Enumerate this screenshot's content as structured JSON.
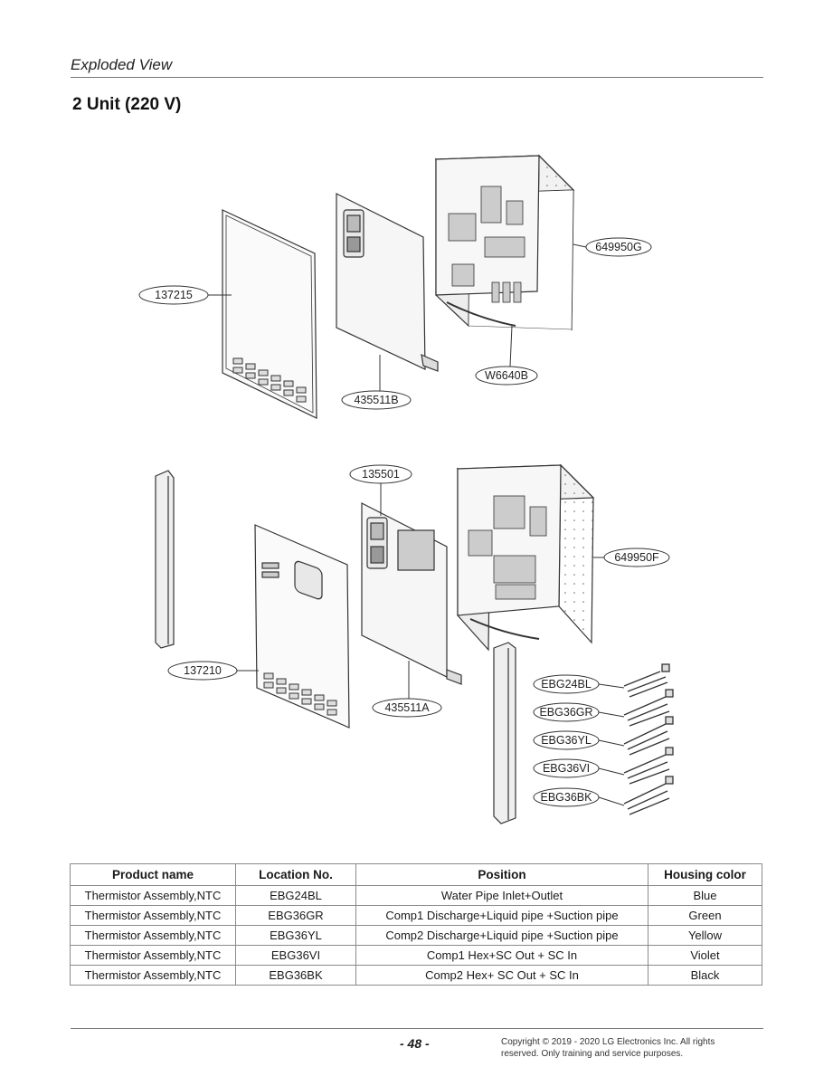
{
  "header": {
    "section": "Exploded View",
    "title": "2 Unit (220 V)"
  },
  "callouts": {
    "c_137215": "137215",
    "c_649950G": "649950G",
    "c_435511B": "435511B",
    "c_W6640B": "W6640B",
    "c_135501": "135501",
    "c_649950F": "649950F",
    "c_137210": "137210",
    "c_435511A": "435511A",
    "c_EBG24BL": "EBG24BL",
    "c_EBG36GR": "EBG36GR",
    "c_EBG36YL": "EBG36YL",
    "c_EBG36VI": "EBG36VI",
    "c_EBG36BK": "EBG36BK"
  },
  "table": {
    "headers": [
      "Product name",
      "Location No.",
      "Position",
      "Housing color"
    ],
    "rows": [
      [
        "Thermistor Assembly,NTC",
        "EBG24BL",
        "Water Pipe Inlet+Outlet",
        "Blue"
      ],
      [
        "Thermistor Assembly,NTC",
        "EBG36GR",
        "Comp1 Discharge+Liquid pipe +Suction pipe",
        "Green"
      ],
      [
        "Thermistor Assembly,NTC",
        "EBG36YL",
        "Comp2 Discharge+Liquid pipe +Suction pipe",
        "Yellow"
      ],
      [
        "Thermistor Assembly,NTC",
        "EBG36VI",
        "Comp1 Hex+SC Out + SC In",
        "Violet"
      ],
      [
        "Thermistor Assembly,NTC",
        "EBG36BK",
        "Comp2 Hex+ SC Out + SC In",
        "Black"
      ]
    ]
  },
  "footer": {
    "page_number": "- 48 -",
    "copyright_line1": "Copyright © 2019 - 2020 LG Electronics Inc. All rights",
    "copyright_line2": "reserved. Only training and service purposes."
  }
}
